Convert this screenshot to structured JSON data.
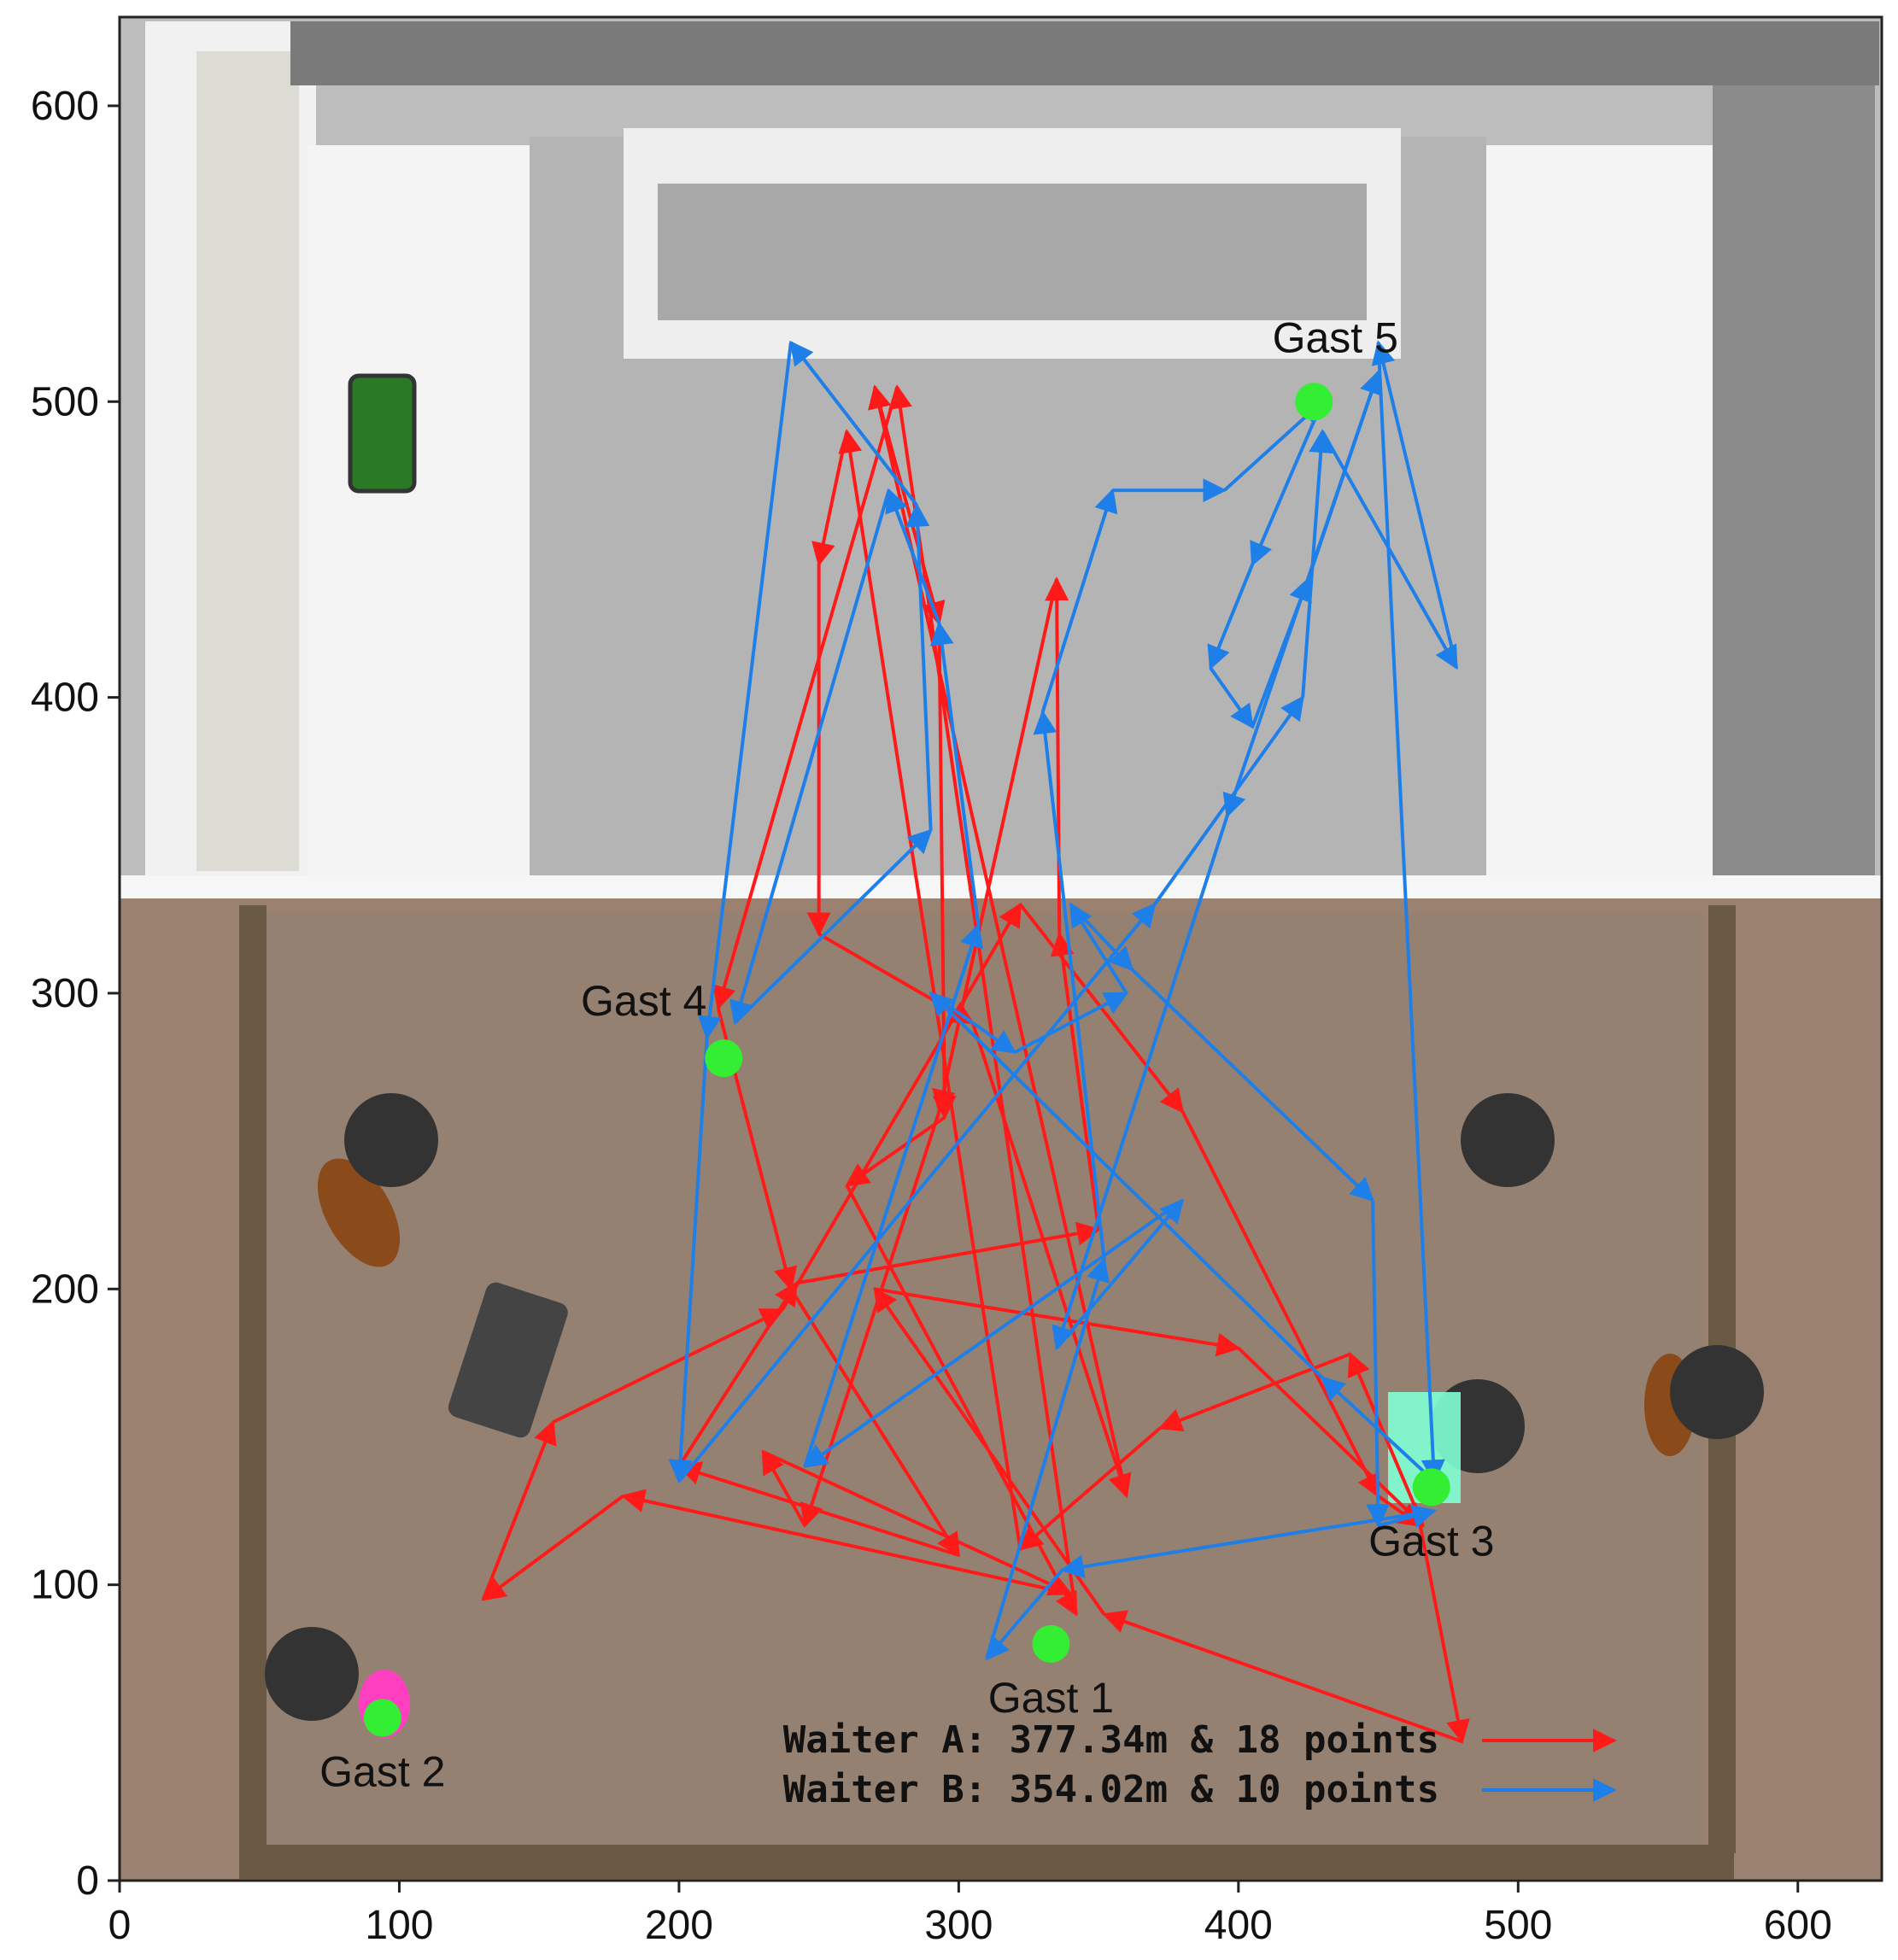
{
  "chart_data": {
    "type": "scatter",
    "title": "",
    "xlabel": "",
    "ylabel": "",
    "xlim": [
      0,
      630
    ],
    "ylim": [
      0,
      630
    ],
    "x_ticks": [
      "0",
      "100",
      "200",
      "300",
      "400",
      "500",
      "600"
    ],
    "y_ticks": [
      "0",
      "100",
      "200",
      "300",
      "400",
      "500",
      "600"
    ],
    "grid": false,
    "legend": {
      "placement": "bottom-right",
      "entries": [
        {
          "label": "Waiter A: 377.34m & 18 points",
          "color": "#ff1a1a"
        },
        {
          "label": "Waiter B: 354.02m & 10 points",
          "color": "#1f7fe8"
        }
      ]
    },
    "guests": [
      {
        "label": "Gast 1",
        "x": 333,
        "y": 80
      },
      {
        "label": "Gast 2",
        "x": 94,
        "y": 55
      },
      {
        "label": "Gast 3",
        "x": 469,
        "y": 133
      },
      {
        "label": "Gast 4",
        "x": 216,
        "y": 278
      },
      {
        "label": "Gast 5",
        "x": 427,
        "y": 500
      }
    ],
    "series": [
      {
        "name": "Waiter A: 377.34m & 18 points",
        "color": "#ff1a1a",
        "path": [
          [
            480,
            47
          ],
          [
            352,
            90
          ],
          [
            270,
            200
          ],
          [
            400,
            180
          ],
          [
            466,
            120
          ],
          [
            440,
            178
          ],
          [
            372,
            153
          ],
          [
            322,
            112
          ],
          [
            260,
            490
          ],
          [
            250,
            445
          ],
          [
            250,
            320
          ],
          [
            305,
            290
          ],
          [
            360,
            130
          ],
          [
            270,
            505
          ],
          [
            293,
            425
          ],
          [
            295,
            258
          ],
          [
            260,
            235
          ],
          [
            342,
            90
          ],
          [
            278,
            505
          ],
          [
            214,
            295
          ],
          [
            240,
            200
          ],
          [
            300,
            110
          ],
          [
            200,
            140
          ],
          [
            242,
            202
          ],
          [
            350,
            220
          ],
          [
            336,
            320
          ],
          [
            335,
            440
          ],
          [
            293,
            260
          ],
          [
            245,
            120
          ],
          [
            230,
            145
          ],
          [
            340,
            97
          ],
          [
            180,
            130
          ],
          [
            130,
            95
          ],
          [
            155,
            155
          ],
          [
            237,
            193
          ],
          [
            322,
            330
          ],
          [
            380,
            260
          ],
          [
            450,
            130
          ],
          [
            465,
            120
          ],
          [
            480,
            47
          ]
        ]
      },
      {
        "name": "Waiter B: 354.02m & 10 points",
        "color": "#1f7fe8",
        "path": [
          [
            337,
            105
          ],
          [
            310,
            75
          ],
          [
            352,
            210
          ],
          [
            330,
            395
          ],
          [
            355,
            470
          ],
          [
            395,
            470
          ],
          [
            430,
            500
          ],
          [
            405,
            445
          ],
          [
            390,
            410
          ],
          [
            405,
            390
          ],
          [
            425,
            440
          ],
          [
            450,
            510
          ],
          [
            396,
            360
          ],
          [
            335,
            180
          ],
          [
            380,
            230
          ],
          [
            245,
            140
          ],
          [
            307,
            323
          ],
          [
            293,
            425
          ],
          [
            275,
            470
          ],
          [
            220,
            290
          ],
          [
            290,
            355
          ],
          [
            285,
            465
          ],
          [
            240,
            520
          ],
          [
            210,
            285
          ],
          [
            200,
            135
          ],
          [
            370,
            330
          ],
          [
            423,
            400
          ],
          [
            430,
            490
          ],
          [
            478,
            410
          ],
          [
            450,
            520
          ],
          [
            470,
            135
          ],
          [
            430,
            170
          ],
          [
            290,
            300
          ],
          [
            320,
            280
          ],
          [
            360,
            300
          ],
          [
            340,
            330
          ],
          [
            362,
            308
          ],
          [
            448,
            230
          ],
          [
            450,
            120
          ],
          [
            470,
            125
          ],
          [
            337,
            105
          ]
        ]
      }
    ]
  }
}
